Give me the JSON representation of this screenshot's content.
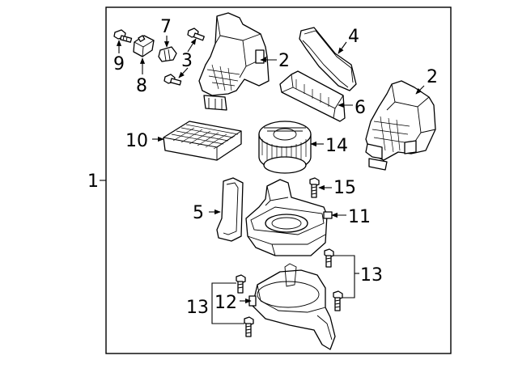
{
  "diagram": {
    "callouts": {
      "c1": "1",
      "c2a": "2",
      "c2b": "2",
      "c3": "3",
      "c4": "4",
      "c5": "5",
      "c6": "6",
      "c7": "7",
      "c8": "8",
      "c9": "9",
      "c10": "10",
      "c11": "11",
      "c12": "12",
      "c13a": "13",
      "c13b": "13",
      "c14": "14",
      "c15": "15"
    },
    "colors": {
      "line": "#000000",
      "background": "#ffffff"
    }
  }
}
